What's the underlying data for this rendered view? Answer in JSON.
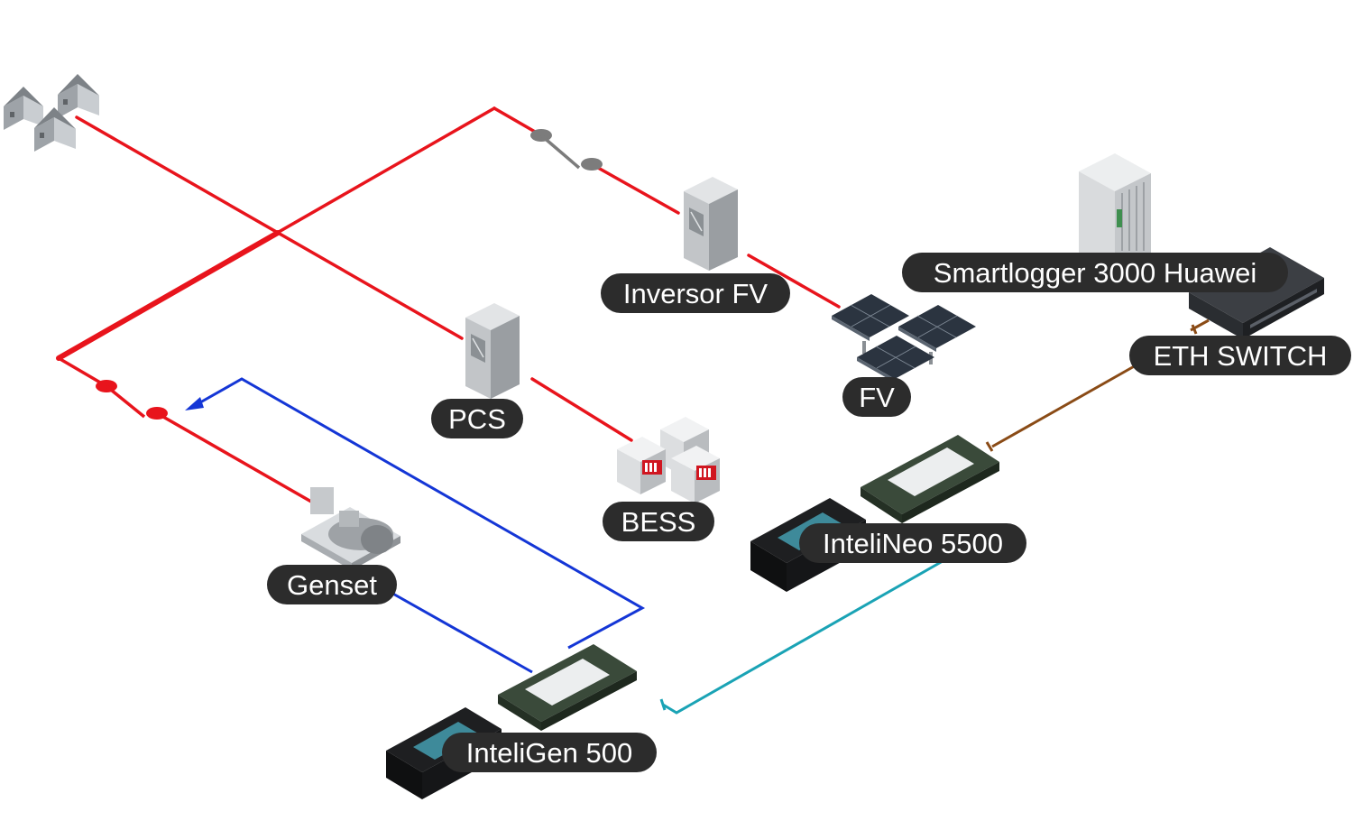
{
  "labels": {
    "inversor": "Inversor FV",
    "pcs": "PCS",
    "fv": "FV",
    "bess": "BESS",
    "genset": "Genset",
    "smartlogger": "Smartlogger 3000 Huawei",
    "eth_switch": "ETH SWITCH",
    "intelineo": "InteliNeo 5500",
    "inteligen": "InteliGen 500"
  },
  "colors": {
    "power_line": "#e8141c",
    "control_line": "#1436d6",
    "ethernet_line": "#1aa3b5",
    "switch_link": "#8a4b16",
    "label_bg": "#2c2c2c",
    "label_text": "#ffffff",
    "breaker": "#7c7c7c"
  }
}
